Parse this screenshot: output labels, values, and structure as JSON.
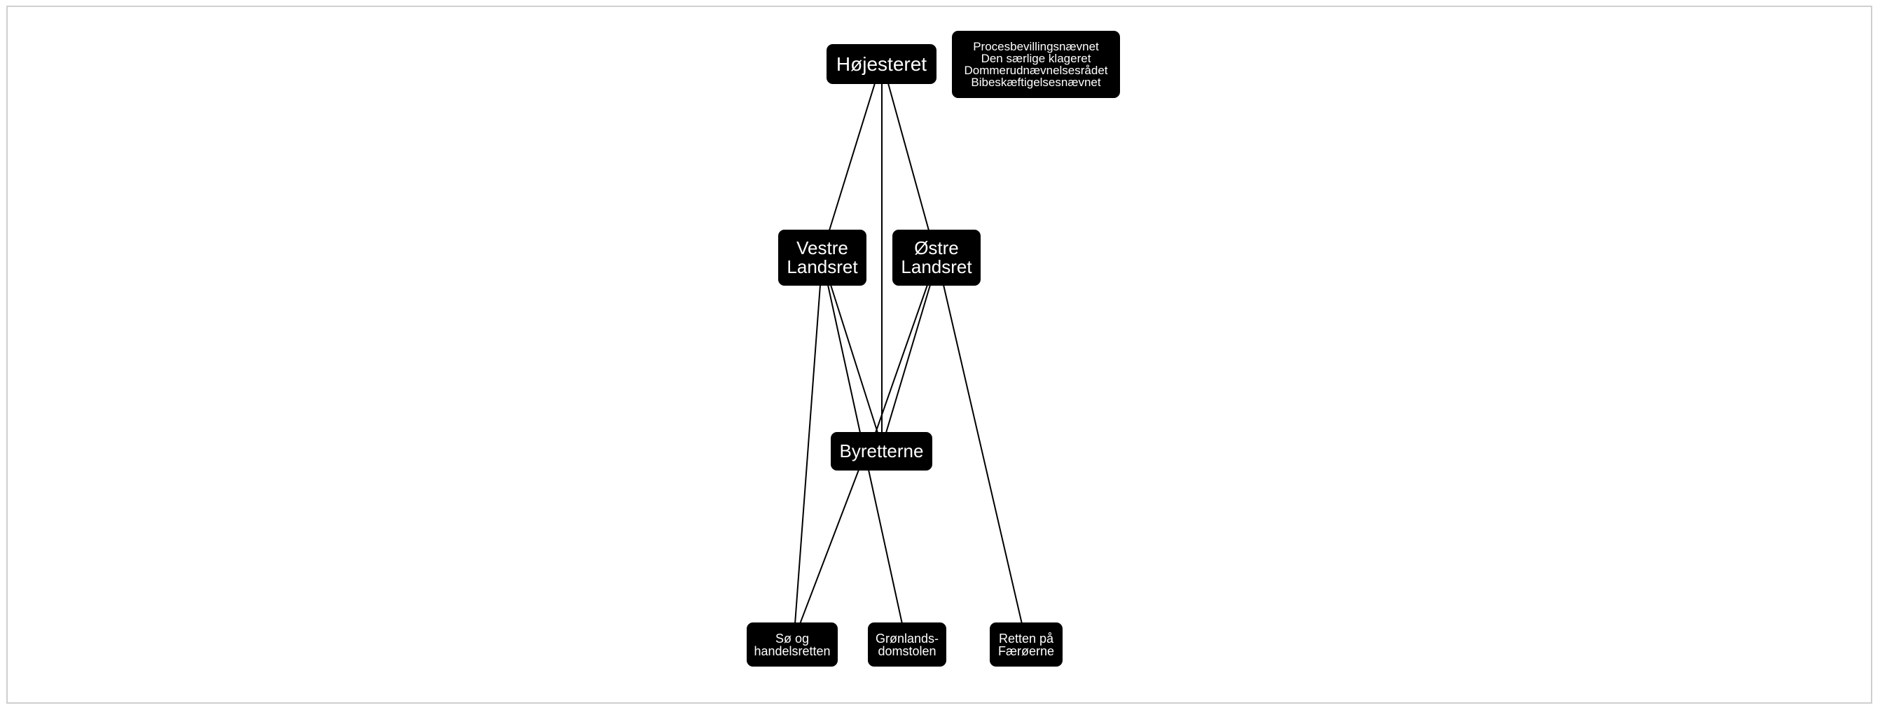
{
  "nodes": {
    "hojesteret": "Højesteret",
    "bodies": "Procesbevillingsnævnet\nDen særlige klageret\nDommerudnævnelsesrådet\nBibeskæftigelsesnævnet",
    "vestre": "Vestre\nLandsret",
    "ostre": "Østre\nLandsret",
    "byretterne": "Byretterne",
    "so_handel": "Sø og\nhandelsretten",
    "gronland": "Grønlands-\ndomstolen",
    "faeroerne": "Retten på\nFærøerne"
  },
  "colors": {
    "node_fill": "#000000",
    "node_text": "#ffffff",
    "edge": "#000000",
    "frame_border": "#cfcfcf"
  }
}
